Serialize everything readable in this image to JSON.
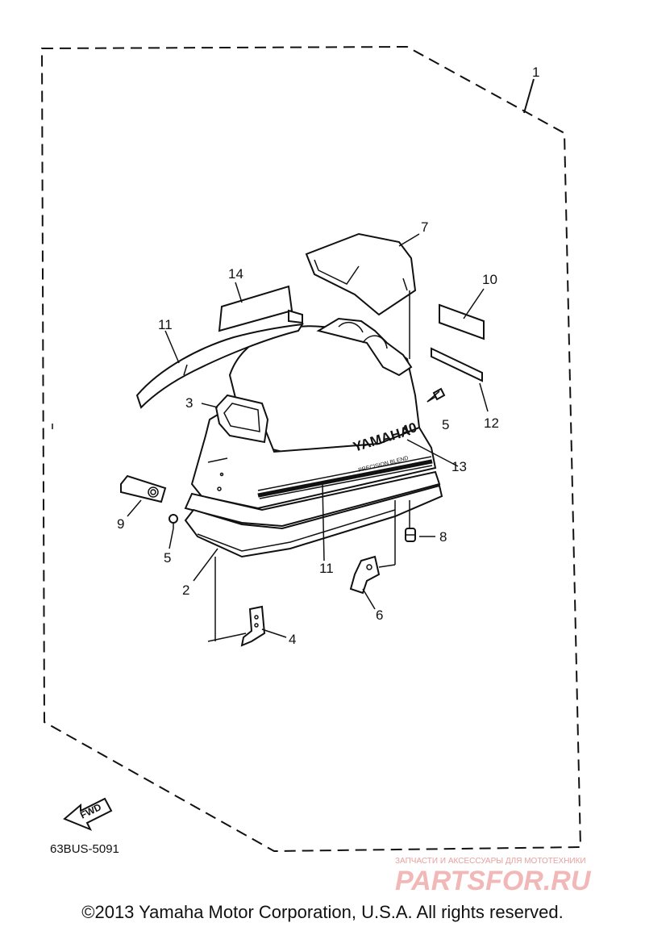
{
  "diagram": {
    "assembly_label": "1",
    "drawing_code": "63BUS-5091",
    "fwd_label": "FWD",
    "brand_text": "YAMAHA",
    "model_text": "40",
    "cowling_small_text": "PRECISION BLEND",
    "callouts": [
      {
        "id": "2",
        "label": "2"
      },
      {
        "id": "3",
        "label": "3"
      },
      {
        "id": "4",
        "label": "4"
      },
      {
        "id": "5a",
        "label": "5"
      },
      {
        "id": "5b",
        "label": "5"
      },
      {
        "id": "6",
        "label": "6"
      },
      {
        "id": "7",
        "label": "7"
      },
      {
        "id": "8",
        "label": "8"
      },
      {
        "id": "9",
        "label": "9"
      },
      {
        "id": "10",
        "label": "10"
      },
      {
        "id": "11a",
        "label": "11"
      },
      {
        "id": "11b",
        "label": "11"
      },
      {
        "id": "12",
        "label": "12"
      },
      {
        "id": "13",
        "label": "13"
      },
      {
        "id": "14",
        "label": "14"
      }
    ]
  },
  "watermark": {
    "top_text": "ЗАПЧАСТИ И АКСЕССУАРЫ ДЛЯ МОТОТЕХНИКИ",
    "brand_text": "PARTSFOR.RU"
  },
  "footer": {
    "copyright": "©2013 Yamaha Motor Corporation, U.S.A. All rights reserved."
  }
}
